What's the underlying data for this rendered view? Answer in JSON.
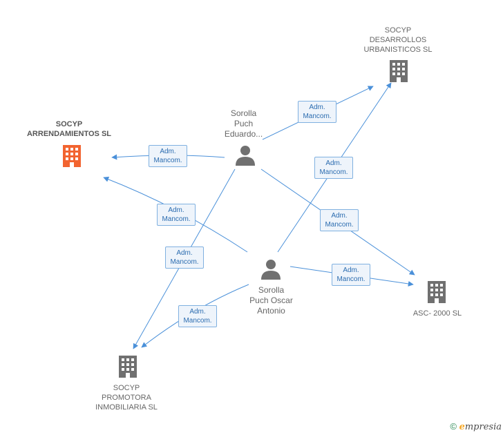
{
  "nodes": {
    "socyp_arrendamientos": {
      "lines": [
        "SOCYP",
        "ARRENDAMIENTOS SL"
      ],
      "icon": "building-icon",
      "color": "#f26430"
    },
    "socyp_desarrollos": {
      "lines": [
        "SOCYP",
        "DESARROLLOS",
        "URBANISTICOS SL"
      ],
      "icon": "building-icon",
      "color": "#707070"
    },
    "asc_2000": {
      "lines": [
        "ASC- 2000 SL"
      ],
      "icon": "building-icon",
      "color": "#707070"
    },
    "socyp_promotora": {
      "lines": [
        "SOCYP",
        "PROMOTORA",
        "INMOBILIARIA SL"
      ],
      "icon": "building-icon",
      "color": "#707070"
    },
    "sorolla_eduardo": {
      "lines": [
        "Sorolla",
        "Puch",
        "Eduardo..."
      ],
      "icon": "person-icon",
      "color": "#707070"
    },
    "sorolla_oscar": {
      "lines": [
        "Sorolla",
        "Puch Oscar",
        "Antonio"
      ],
      "icon": "person-icon",
      "color": "#707070"
    }
  },
  "relations": [
    {
      "line1": "Adm.",
      "line2": "Mancom."
    },
    {
      "line1": "Adm.",
      "line2": "Mancom."
    },
    {
      "line1": "Adm.",
      "line2": "Mancom."
    },
    {
      "line1": "Adm.",
      "line2": "Mancom."
    },
    {
      "line1": "Adm.",
      "line2": "Mancom."
    },
    {
      "line1": "Adm.",
      "line2": "Mancom."
    },
    {
      "line1": "Adm.",
      "line2": "Mancom."
    },
    {
      "line1": "Adm.",
      "line2": "Mancom."
    }
  ],
  "footer": {
    "copyright": "©",
    "brand_e": "e",
    "brand_rest": "mpresia"
  },
  "colors": {
    "edge": "#4a90d9",
    "highlight": "#f26430",
    "neutral": "#707070"
  }
}
